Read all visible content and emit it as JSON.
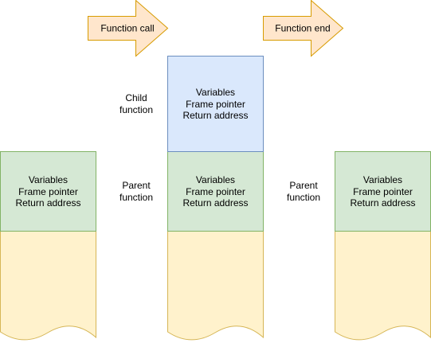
{
  "arrows": {
    "call": {
      "label": "Function call",
      "fill": "#FFE6CC",
      "stroke": "#D79B00"
    },
    "end": {
      "label": "Function end",
      "fill": "#FFE6CC",
      "stroke": "#D79B00"
    }
  },
  "labels": {
    "child_line1": "Child",
    "child_line2": "function",
    "parent_mid_line1": "Parent",
    "parent_mid_line2": "function",
    "parent_right_line1": "Parent",
    "parent_right_line2": "function"
  },
  "stacks": {
    "left": {
      "parent_frame": [
        "Variables",
        "Frame pointer",
        "Return address"
      ]
    },
    "middle": {
      "child_frame": [
        "Variables",
        "Frame pointer",
        "Return address"
      ],
      "parent_frame": [
        "Variables",
        "Frame pointer",
        "Return address"
      ]
    },
    "right": {
      "parent_frame": [
        "Variables",
        "Frame pointer",
        "Return address"
      ]
    }
  },
  "colors": {
    "child_fill": "#DAE8FC",
    "child_stroke": "#6C8EBF",
    "parent_fill": "#D5E8D4",
    "parent_stroke": "#82B366",
    "stack_fill": "#FFF2CC",
    "stack_stroke": "#D6B656"
  }
}
